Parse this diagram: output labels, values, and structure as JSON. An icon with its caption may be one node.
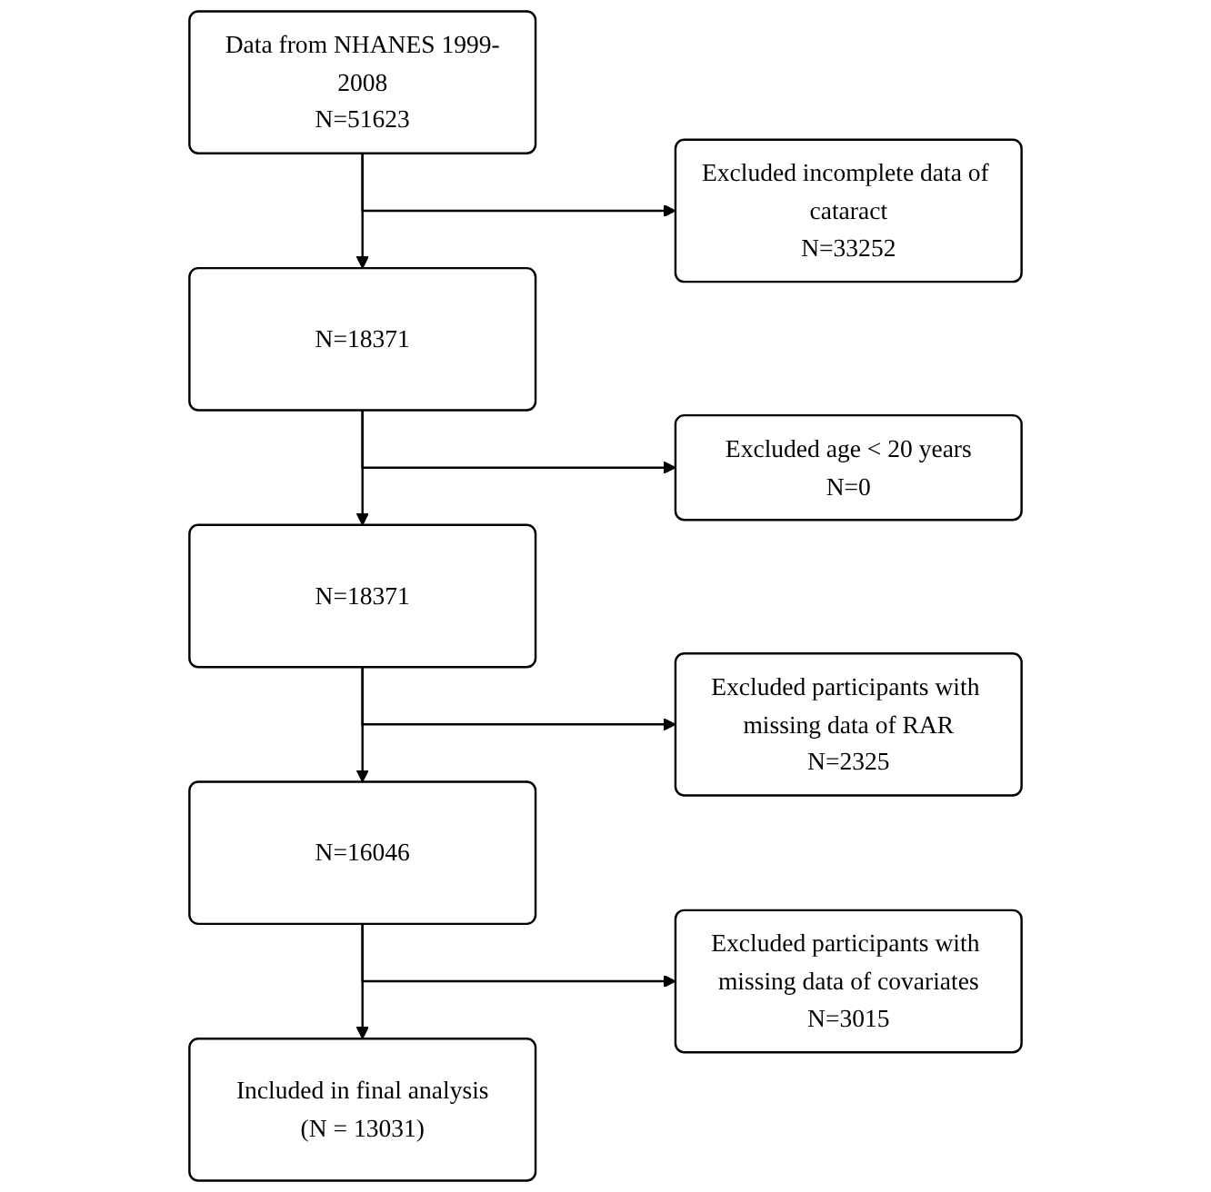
{
  "diagram": {
    "nodes": [
      {
        "text": [
          "Data from NHANES 1999-2008",
          "N=51623"
        ]
      },
      {
        "text": [
          "Excluded incomplete data of cataract",
          "N=33252"
        ]
      },
      {
        "text": [
          "N=18371"
        ]
      },
      {
        "text": [
          "Excluded age < 20 years",
          "N=0"
        ]
      },
      {
        "text": [
          "N=18371"
        ]
      },
      {
        "text": [
          "Excluded participants with missing data of RAR",
          "N=2325"
        ]
      },
      {
        "text": [
          "N=16046"
        ]
      },
      {
        "text": [
          "Excluded participants with missing data of covariates",
          "N=3015"
        ]
      },
      {
        "text": [
          "Included in final analysis",
          "(N = 13031)"
        ]
      }
    ],
    "edges": [
      {
        "from": 0,
        "to": 1,
        "arrow": "to"
      },
      {
        "from": 0,
        "to": 2,
        "arrow": "to"
      },
      {
        "from": 2,
        "to": 3,
        "arrow": "to"
      },
      {
        "from": 2,
        "to": 4,
        "arrow": "to"
      },
      {
        "from": 4,
        "to": 5,
        "arrow": "to"
      },
      {
        "from": 4,
        "to": 6,
        "arrow": "to"
      },
      {
        "from": 6,
        "to": 7,
        "arrow": "to"
      },
      {
        "from": 6,
        "to": 8,
        "arrow": "to"
      }
    ]
  }
}
